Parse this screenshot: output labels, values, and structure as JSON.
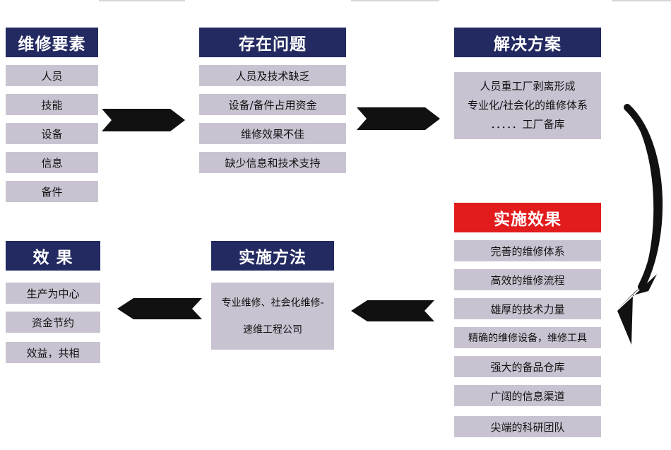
{
  "blocks": {
    "elements": {
      "title": "维修要素",
      "items": [
        "人员",
        "技能",
        "设备",
        "信息",
        "备件"
      ]
    },
    "problems": {
      "title": "存在问题",
      "items": [
        "人员及技术缺乏",
        "设备/备件占用资金",
        "维修效果不佳",
        "缺少信息和技术支持"
      ]
    },
    "solution": {
      "title": "解决方案",
      "lines": [
        "人员重工厂剥离形成",
        "专业化/社会化的维修体系",
        "．．．．．工厂备库"
      ]
    },
    "results": {
      "title": "实施效果",
      "items": [
        "完善的维修体系",
        "高效的维修流程",
        "雄厚的技术力量",
        "精确的维修设备，维修工具",
        "强大的备品仓库",
        "广阔的信息渠道",
        "尖端的科研团队"
      ]
    },
    "method": {
      "title": "实施方法",
      "lines": [
        "专业维修、社会化维修-",
        "速维工程公司"
      ]
    },
    "effect": {
      "title": "效 果",
      "items": [
        "生产为中心",
        "资金节约",
        "效益，共相"
      ]
    }
  },
  "colors": {
    "header_navy": "#232a61",
    "header_red": "#e21c1c",
    "item_bg": "#c9c3d1",
    "arrow": "#111111"
  }
}
